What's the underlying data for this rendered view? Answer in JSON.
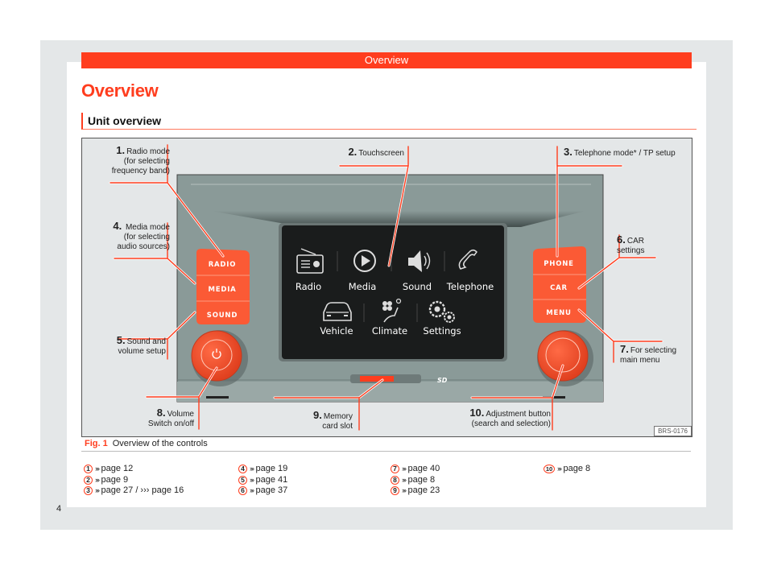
{
  "header": {
    "title": "Overview"
  },
  "page_title": "Overview",
  "section_title": "Unit overview",
  "colors": {
    "accent": "#ff3d1e",
    "button": "#fb5a35",
    "panel": "#8a9a98",
    "screen": "#1a1c1c"
  },
  "figure": {
    "code": "BRS-0176",
    "caption_label": "Fig. 1",
    "caption_text": "Overview of the controls",
    "screen_items": [
      {
        "label": "Radio",
        "icon": "radio-icon"
      },
      {
        "label": "Media",
        "icon": "play-icon"
      },
      {
        "label": "Sound",
        "icon": "speaker-icon"
      },
      {
        "label": "Telephone",
        "icon": "phone-handset-icon"
      },
      {
        "label": "Vehicle",
        "icon": "car-icon"
      },
      {
        "label": "Climate",
        "icon": "climate-seat-icon"
      },
      {
        "label": "Settings",
        "icon": "gears-icon"
      }
    ],
    "left_buttons": [
      "RADIO",
      "MEDIA",
      "SOUND"
    ],
    "right_buttons": [
      "PHONE",
      "CAR",
      "MENU"
    ],
    "callouts": [
      {
        "num": "1.",
        "lines": [
          "Radio mode",
          "(for selecting",
          "frequency band)"
        ]
      },
      {
        "num": "2.",
        "lines": [
          "Touchscreen"
        ]
      },
      {
        "num": "3.",
        "lines": [
          "Telephone mode* / TP setup"
        ]
      },
      {
        "num": "4.",
        "lines": [
          "Media mode",
          "(for selecting",
          "audio sources)"
        ]
      },
      {
        "num": "5.",
        "lines": [
          "Sound and",
          "volume setup"
        ]
      },
      {
        "num": "6.",
        "lines": [
          "CAR",
          "settings"
        ]
      },
      {
        "num": "7.",
        "lines": [
          "For selecting",
          "main menu"
        ]
      },
      {
        "num": "8.",
        "lines": [
          "Volume",
          "Switch on/off"
        ]
      },
      {
        "num": "9.",
        "lines": [
          "Memory",
          "card slot"
        ]
      },
      {
        "num": "10.",
        "lines": [
          "Adjustment button",
          "(search and selection)"
        ]
      }
    ]
  },
  "references": [
    [
      {
        "num": "1",
        "text": "page 12"
      },
      {
        "num": "2",
        "text": "page 9"
      },
      {
        "num": "3",
        "text": "page 27 / ››› page 16"
      }
    ],
    [
      {
        "num": "4",
        "text": "page 19"
      },
      {
        "num": "5",
        "text": "page 41"
      },
      {
        "num": "6",
        "text": "page 37"
      }
    ],
    [
      {
        "num": "7",
        "text": "page 40"
      },
      {
        "num": "8",
        "text": "page 8"
      },
      {
        "num": "9",
        "text": "page 23"
      }
    ],
    [
      {
        "num": "10",
        "text": "page 8"
      }
    ]
  ],
  "ref_chevron": "›››",
  "page_number": "4"
}
